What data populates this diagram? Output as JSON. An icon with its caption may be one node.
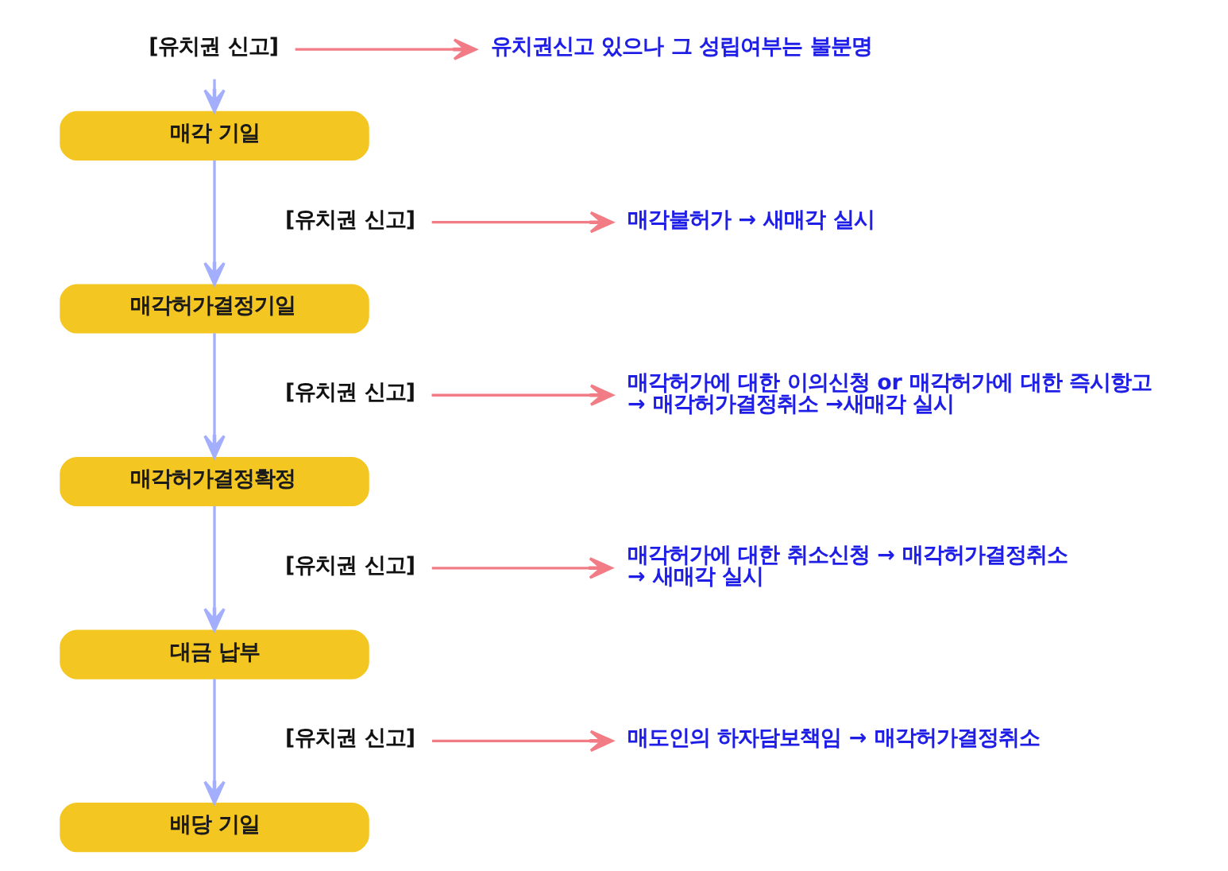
{
  "diagram": {
    "nodes": [
      {
        "text": [
          "[유치권 신고]"
        ]
      },
      {
        "text": [
          "유치권신고 있으나 그 성립여부는 불분명"
        ]
      },
      {
        "text": [
          "매각 기일"
        ]
      },
      {
        "text": [
          "[유치권 신고]"
        ]
      },
      {
        "text": [
          "매각불허가 → 새매각 실시"
        ]
      },
      {
        "text": [
          "매각허가결정기일"
        ]
      },
      {
        "text": [
          "[유치권 신고]"
        ]
      },
      {
        "text": [
          "매각허가에 대한 이의신청 or 매각허가에 대한 즉시항고 → 매각허가결정취소 →새매각 실시"
        ]
      },
      {
        "text": [
          "매각허가결정확정"
        ]
      },
      {
        "text": [
          "[유치권 신고]"
        ]
      },
      {
        "text": [
          "매각허가에 대한 취소신청 → 매각허가결정취소 → 새매각 실시"
        ]
      },
      {
        "text": [
          "대금 납부"
        ]
      },
      {
        "text": [
          "[유치권 신고]"
        ]
      },
      {
        "text": [
          "매도인의 하자담보책임 → 매각허가결정취소"
        ]
      },
      {
        "text": [
          "배당 기일"
        ]
      }
    ],
    "edges": [
      {
        "from": 0,
        "to": 1,
        "arrow": "to",
        "color": "#f27c85"
      },
      {
        "from": 0,
        "to": 2,
        "arrow": "to",
        "color": "#a3aefc"
      },
      {
        "from": 2,
        "to": 5,
        "arrow": "to",
        "color": "#a3aefc"
      },
      {
        "from": 3,
        "to": 4,
        "arrow": "to",
        "color": "#f27c85"
      },
      {
        "from": 5,
        "to": 8,
        "arrow": "to",
        "color": "#a3aefc"
      },
      {
        "from": 6,
        "to": 7,
        "arrow": "to",
        "color": "#f27c85"
      },
      {
        "from": 8,
        "to": 11,
        "arrow": "to",
        "color": "#a3aefc"
      },
      {
        "from": 9,
        "to": 10,
        "arrow": "to",
        "color": "#f27c85"
      },
      {
        "from": 11,
        "to": 14,
        "arrow": "to",
        "color": "#a3aefc"
      },
      {
        "from": 12,
        "to": 13,
        "arrow": "to",
        "color": "#f27c85"
      }
    ]
  }
}
